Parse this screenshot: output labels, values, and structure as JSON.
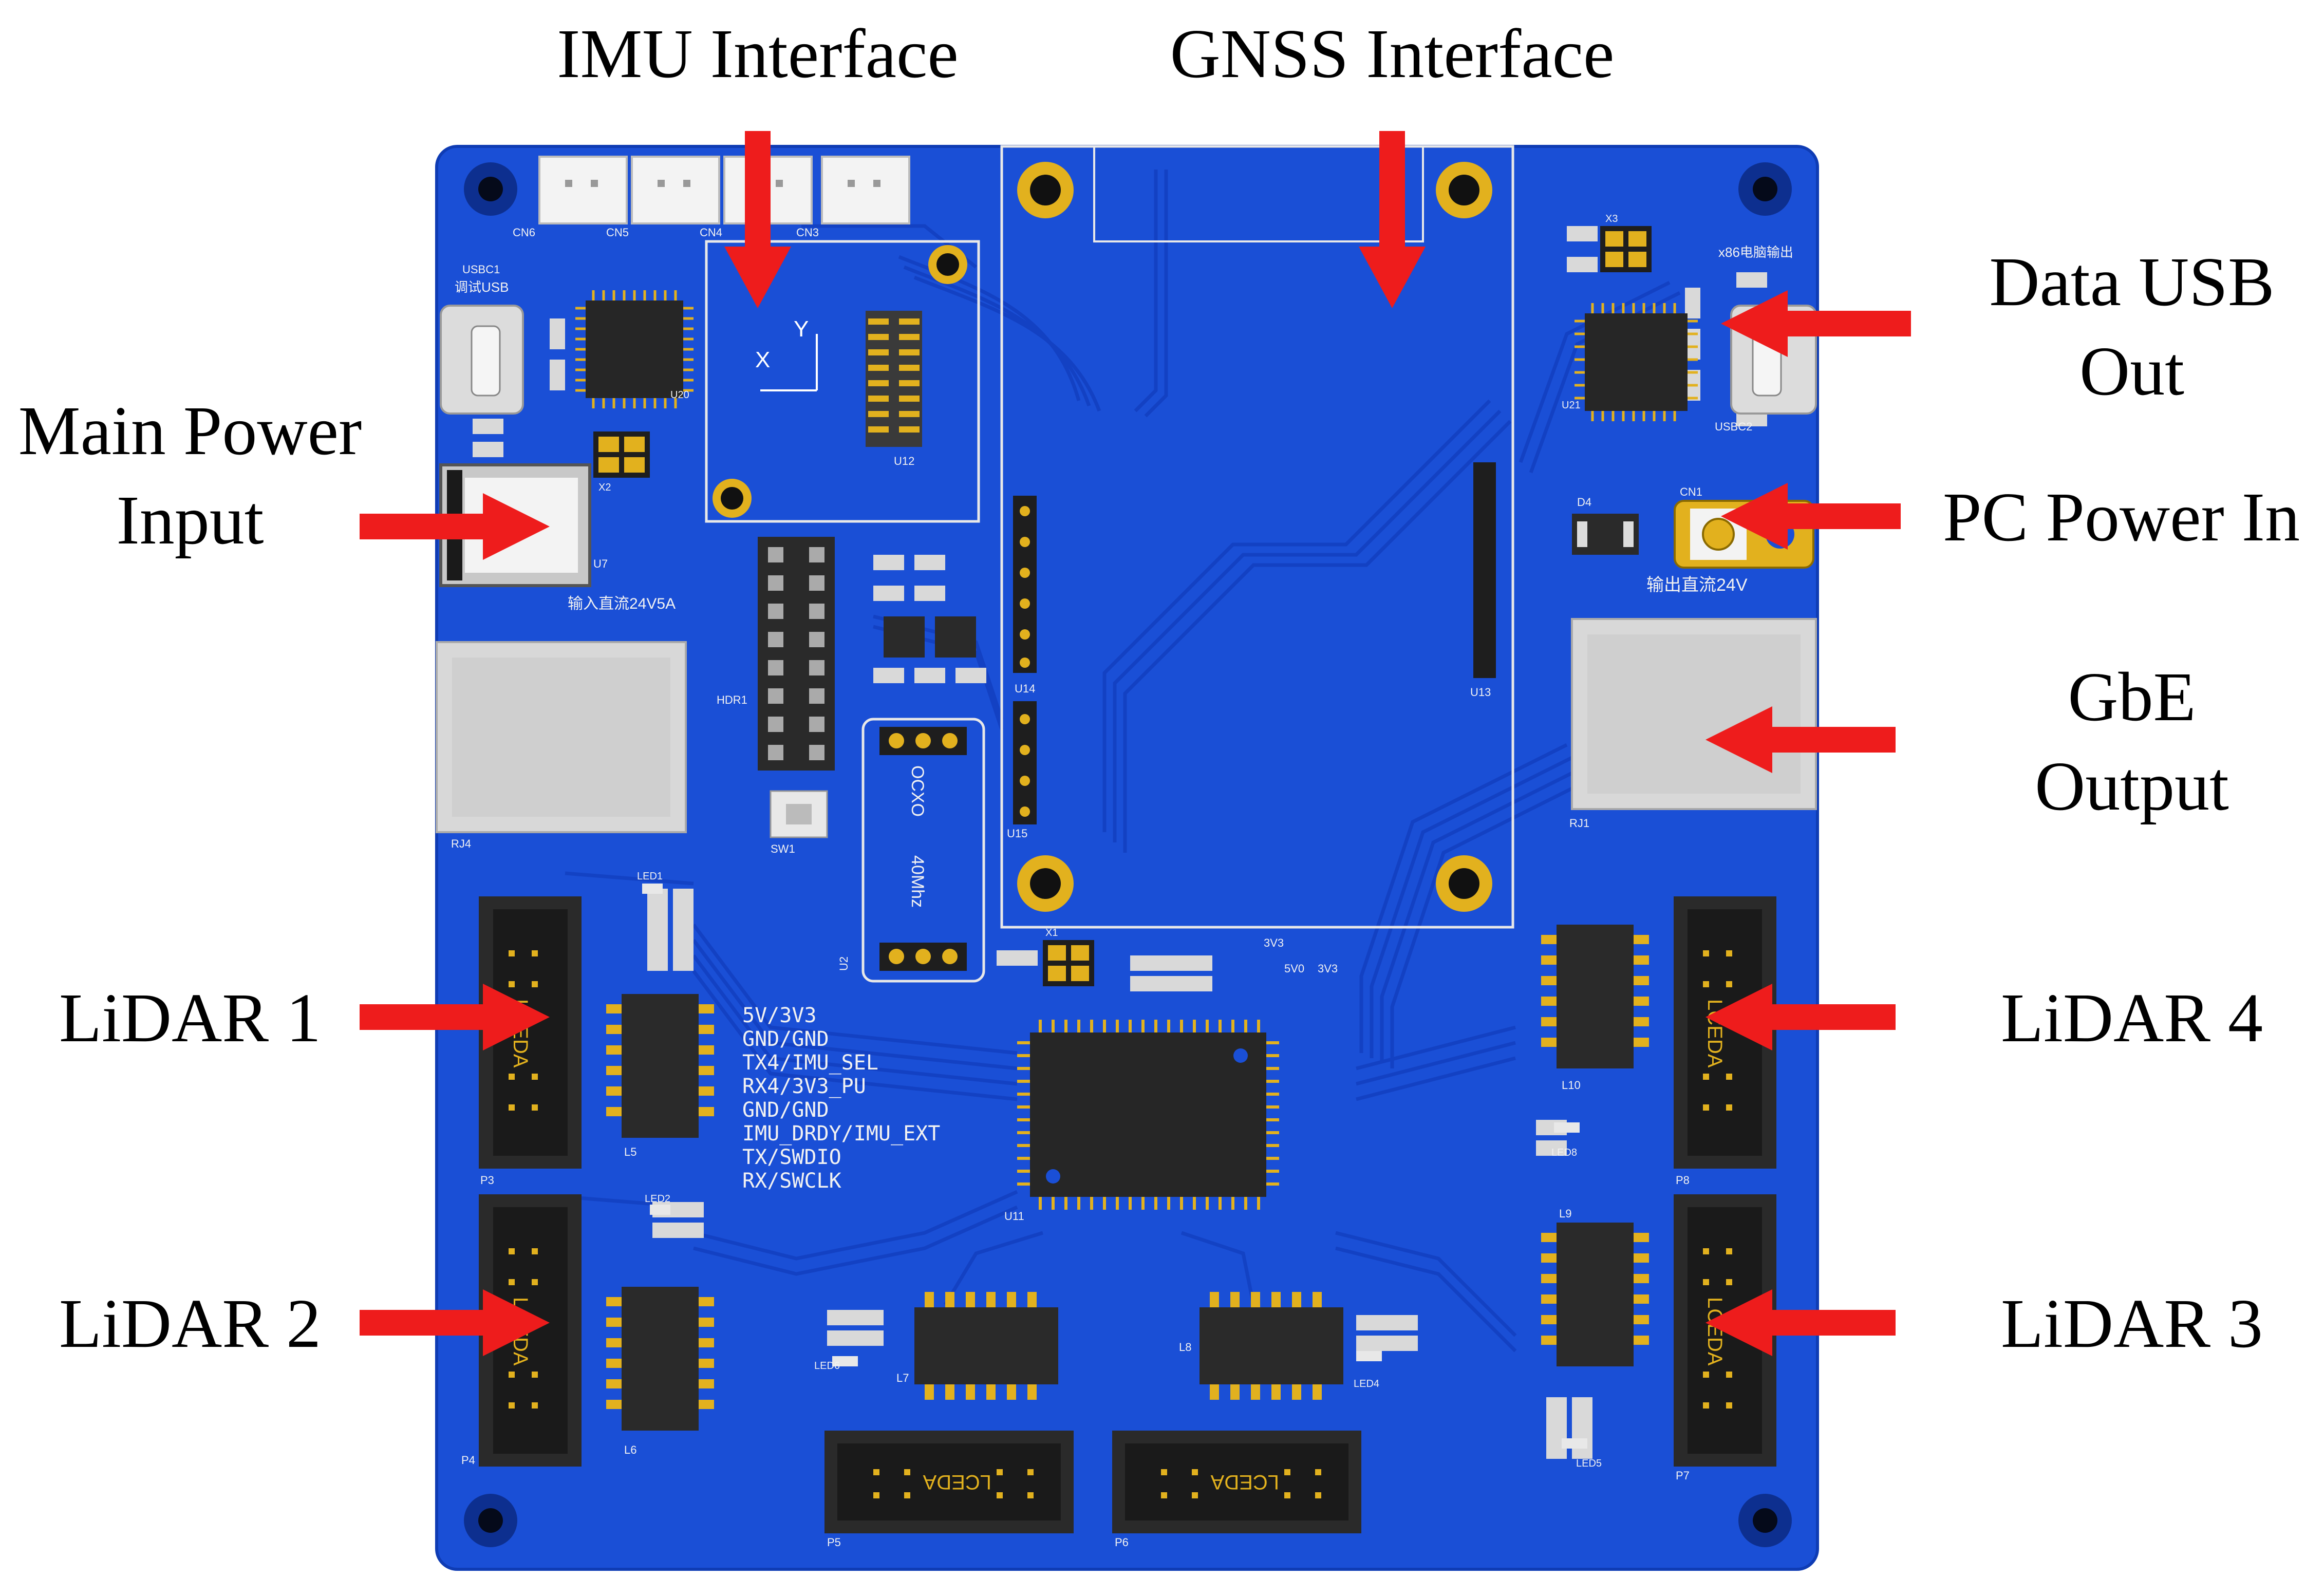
{
  "labels": {
    "imu": "IMU Interface",
    "gnss": "GNSS Interface",
    "data_usb_1": "Data USB",
    "data_usb_2": "Out",
    "main_power_1": "Main Power",
    "main_power_2": "Input",
    "pc_power": "PC Power In",
    "gbe_1": "GbE",
    "gbe_2": "Output",
    "lidar1": "LiDAR 1",
    "lidar2": "LiDAR 2",
    "lidar3": "LiDAR 3",
    "lidar4": "LiDAR 4"
  },
  "silkscreen": {
    "cn6": "CN6",
    "cn5": "CN5",
    "cn4": "CN4",
    "cn3": "CN3",
    "usbc1": "USBC1",
    "debug_usb": "调试USB",
    "x86_out": "x86电脑输出",
    "usbc2": "USBC2",
    "input_dc": "输入直流24V5A",
    "output_dc": "输出直流24V",
    "cn1": "CN1",
    "d4": "D4",
    "u7": "U7",
    "u12": "U12",
    "u20": "U20",
    "u21": "U21",
    "u13": "U13",
    "u14": "U14",
    "u15": "U15",
    "u11": "U11",
    "u2": "U2",
    "hdr1": "HDR1",
    "sw1": "SW1",
    "rj4": "RJ4",
    "rj1": "RJ1",
    "ocxo": "OCXO",
    "ocxo_freq": "40Mhz",
    "p3": "P3",
    "p4": "P4",
    "p5": "P5",
    "p6": "P6",
    "p7": "P7",
    "p8": "P8",
    "l5": "L5",
    "l6": "L6",
    "l7": "L7",
    "l8": "L8",
    "l9": "L9",
    "l10": "L10",
    "led1": "LED1",
    "led2": "LED2",
    "led4": "LED4",
    "led5": "LED5",
    "led6": "LED6",
    "led8": "LED8",
    "x1": "X1",
    "x2": "X2",
    "x3": "X3",
    "v3v3": "3V3",
    "v5v0": "5V0",
    "v3v3b": "3V3",
    "lceda": "LCEDA",
    "pinout": [
      "5V/3V3",
      "GND/GND",
      "TX4/IMU_SEL",
      "RX4/3V3_PU",
      "GND/GND",
      "IMU_DRDY/IMU_EXT",
      "TX/SWDIO",
      "RX/SWCLK"
    ],
    "axis_x": "X",
    "axis_y": "Y"
  },
  "colors": {
    "pcb": "#1a4fd6",
    "pcb_edge": "#0f3cb4",
    "trace": "#1340c2",
    "silk": "#f2f2f2",
    "arrow": "#ee1c1c",
    "chip": "#2b2b2b",
    "header": "#262626",
    "gold": "#e2b11e",
    "metal": "#dadada"
  },
  "icons": {
    "mounting_hole": "mounting-hole-icon",
    "arrow": "arrow-right-icon"
  }
}
